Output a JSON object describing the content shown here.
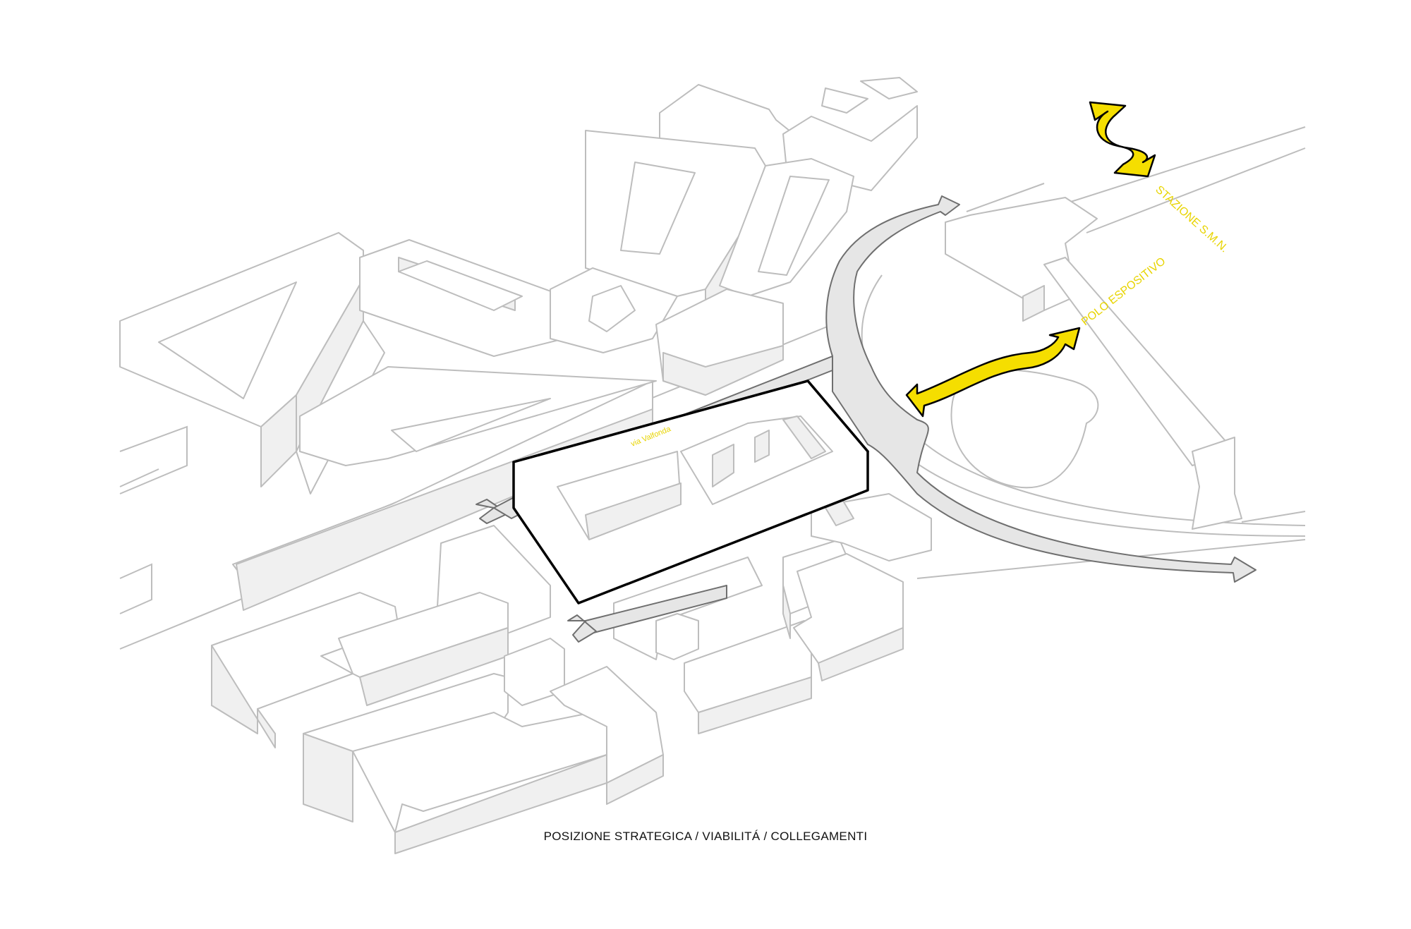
{
  "labels": {
    "stazione": "STAZIONE S.M.N.",
    "polo": "POLO ESPOSITIVO",
    "street": "via Valfonda"
  },
  "caption": "POSIZIONE STRATEGICA / VIABILITÁ / COLLEGAMENTI",
  "colors": {
    "accent_yellow": "#f5de00",
    "road_grey": "#e6e6e6",
    "building_outline": "#bdbdbd",
    "focus_outline": "#000000"
  },
  "icons": [
    "double-arrow-icon",
    "road-arrow-icon"
  ]
}
